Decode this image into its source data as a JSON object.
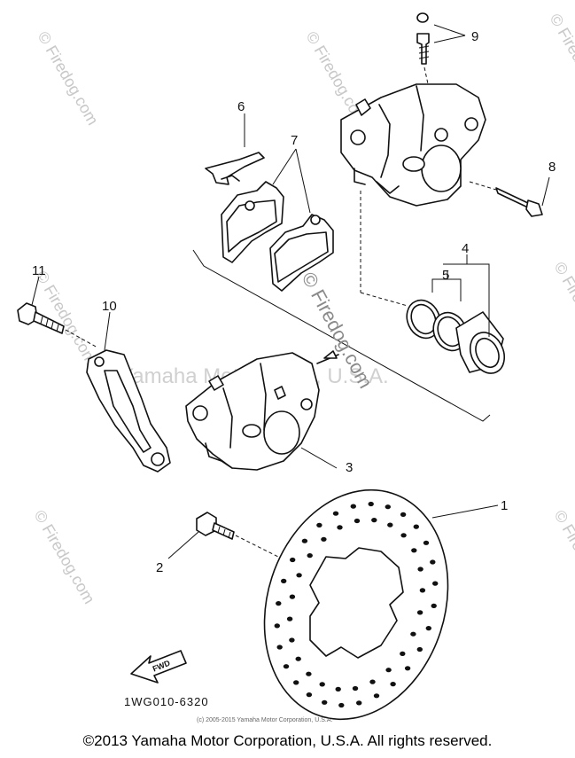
{
  "callouts": {
    "c1": "1",
    "c2": "2",
    "c3": "3",
    "c4": "4",
    "c5": "5",
    "c6": "6",
    "c7": "7",
    "c8": "8",
    "c9": "9",
    "c10": "10",
    "c11": "11"
  },
  "part_code": "1WG010-6320",
  "fwd_label": "FWD",
  "small_copyright": "(c) 2005-2015 Yamaha Motor Corporation, U.S.A.",
  "watermark": {
    "main": "© Firedog.com",
    "repeat": "© Firedog.com",
    "ghost": "Yamaha Motor Corp., U.S.A."
  },
  "footer": "©2013 Yamaha Motor Corporation, U.S.A. All rights reserved.",
  "colors": {
    "ink": "#111111",
    "watermark": "#bdbdbd",
    "background": "#ffffff"
  }
}
